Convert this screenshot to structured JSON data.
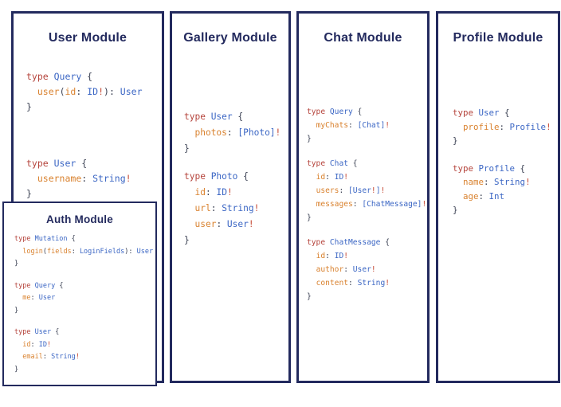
{
  "colors": {
    "navy": "#232a5e",
    "keyword_red": "#b5443c",
    "type_blue": "#3b66c4",
    "field_orange": "#d9822f",
    "bang_red": "#c64a35",
    "punctuation": "#3c4254",
    "background": "#ffffff"
  },
  "panels": [
    {
      "id": "user",
      "title": "User Module",
      "blocks": [
        {
          "lines": [
            [
              [
                "kw",
                "type "
              ],
              [
                "ty",
                "Query "
              ],
              [
                "pn",
                "{"
              ]
            ],
            [
              [
                "pn",
                "  "
              ],
              [
                "fld",
                "user"
              ],
              [
                "pn",
                "("
              ],
              [
                "fld",
                "id"
              ],
              [
                "pn",
                ": "
              ],
              [
                "ty",
                "ID"
              ],
              [
                "bang",
                "!"
              ],
              [
                "pn",
                "): "
              ],
              [
                "ty",
                "User"
              ]
            ],
            [
              [
                "pn",
                "}"
              ]
            ]
          ]
        },
        {
          "lines": [
            [
              [
                "kw",
                "type "
              ],
              [
                "ty",
                "User "
              ],
              [
                "pn",
                "{"
              ]
            ],
            [
              [
                "pn",
                "  "
              ],
              [
                "fld",
                "username"
              ],
              [
                "pn",
                ": "
              ],
              [
                "ty",
                "String"
              ],
              [
                "bang",
                "!"
              ]
            ],
            [
              [
                "pn",
                "}"
              ]
            ]
          ]
        }
      ]
    },
    {
      "id": "gallery",
      "title": "Gallery Module",
      "blocks": [
        {
          "lines": [
            [
              [
                "kw",
                "type "
              ],
              [
                "ty",
                "User "
              ],
              [
                "pn",
                "{"
              ]
            ],
            [
              [
                "pn",
                "  "
              ],
              [
                "fld",
                "photos"
              ],
              [
                "pn",
                ": "
              ],
              [
                "ty",
                "[Photo]"
              ],
              [
                "bang",
                "!"
              ]
            ],
            [
              [
                "pn",
                "}"
              ]
            ]
          ]
        },
        {
          "lines": [
            [
              [
                "kw",
                "type "
              ],
              [
                "ty",
                "Photo "
              ],
              [
                "pn",
                "{"
              ]
            ],
            [
              [
                "pn",
                "  "
              ],
              [
                "fld",
                "id"
              ],
              [
                "pn",
                ": "
              ],
              [
                "ty",
                "ID"
              ],
              [
                "bang",
                "!"
              ]
            ],
            [
              [
                "pn",
                "  "
              ],
              [
                "fld",
                "url"
              ],
              [
                "pn",
                ": "
              ],
              [
                "ty",
                "String"
              ],
              [
                "bang",
                "!"
              ]
            ],
            [
              [
                "pn",
                "  "
              ],
              [
                "fld",
                "user"
              ],
              [
                "pn",
                ": "
              ],
              [
                "ty",
                "User"
              ],
              [
                "bang",
                "!"
              ]
            ],
            [
              [
                "pn",
                "}"
              ]
            ]
          ]
        }
      ]
    },
    {
      "id": "chat",
      "title": "Chat Module",
      "blocks": [
        {
          "lines": [
            [
              [
                "kw",
                "type "
              ],
              [
                "ty",
                "Query "
              ],
              [
                "pn",
                "{"
              ]
            ],
            [
              [
                "pn",
                "  "
              ],
              [
                "fld",
                "myChats"
              ],
              [
                "pn",
                ": "
              ],
              [
                "ty",
                "[Chat]"
              ],
              [
                "bang",
                "!"
              ]
            ],
            [
              [
                "pn",
                "}"
              ]
            ]
          ]
        },
        {
          "lines": [
            [
              [
                "kw",
                "type "
              ],
              [
                "ty",
                "Chat "
              ],
              [
                "pn",
                "{"
              ]
            ],
            [
              [
                "pn",
                "  "
              ],
              [
                "fld",
                "id"
              ],
              [
                "pn",
                ": "
              ],
              [
                "ty",
                "ID"
              ],
              [
                "bang",
                "!"
              ]
            ],
            [
              [
                "pn",
                "  "
              ],
              [
                "fld",
                "users"
              ],
              [
                "pn",
                ": "
              ],
              [
                "ty",
                "[User"
              ],
              [
                "bang",
                "!"
              ],
              [
                "ty",
                "]"
              ],
              [
                "bang",
                "!"
              ]
            ],
            [
              [
                "pn",
                "  "
              ],
              [
                "fld",
                "messages"
              ],
              [
                "pn",
                ": "
              ],
              [
                "ty",
                "[ChatMessage]"
              ],
              [
                "bang",
                "!"
              ]
            ],
            [
              [
                "pn",
                "}"
              ]
            ]
          ]
        },
        {
          "lines": [
            [
              [
                "kw",
                "type "
              ],
              [
                "ty",
                "ChatMessage "
              ],
              [
                "pn",
                "{"
              ]
            ],
            [
              [
                "pn",
                "  "
              ],
              [
                "fld",
                "id"
              ],
              [
                "pn",
                ": "
              ],
              [
                "ty",
                "ID"
              ],
              [
                "bang",
                "!"
              ]
            ],
            [
              [
                "pn",
                "  "
              ],
              [
                "fld",
                "author"
              ],
              [
                "pn",
                ": "
              ],
              [
                "ty",
                "User"
              ],
              [
                "bang",
                "!"
              ]
            ],
            [
              [
                "pn",
                "  "
              ],
              [
                "fld",
                "content"
              ],
              [
                "pn",
                ": "
              ],
              [
                "ty",
                "String"
              ],
              [
                "bang",
                "!"
              ]
            ],
            [
              [
                "pn",
                "}"
              ]
            ]
          ]
        }
      ]
    },
    {
      "id": "profile",
      "title": "Profile Module",
      "blocks": [
        {
          "lines": [
            [
              [
                "kw",
                "type "
              ],
              [
                "ty",
                "User "
              ],
              [
                "pn",
                "{"
              ]
            ],
            [
              [
                "pn",
                "  "
              ],
              [
                "fld",
                "profile"
              ],
              [
                "pn",
                ": "
              ],
              [
                "ty",
                "Profile"
              ],
              [
                "bang",
                "!"
              ]
            ],
            [
              [
                "pn",
                "}"
              ]
            ]
          ]
        },
        {
          "lines": [
            [
              [
                "kw",
                "type "
              ],
              [
                "ty",
                "Profile "
              ],
              [
                "pn",
                "{"
              ]
            ],
            [
              [
                "pn",
                "  "
              ],
              [
                "fld",
                "name"
              ],
              [
                "pn",
                ": "
              ],
              [
                "ty",
                "String"
              ],
              [
                "bang",
                "!"
              ]
            ],
            [
              [
                "pn",
                "  "
              ],
              [
                "fld",
                "age"
              ],
              [
                "pn",
                ": "
              ],
              [
                "ty",
                "Int"
              ]
            ],
            [
              [
                "pn",
                "}"
              ]
            ]
          ]
        }
      ]
    }
  ],
  "auth_panel": {
    "title": "Auth Module",
    "blocks": [
      {
        "lines": [
          [
            [
              "kw",
              "type "
            ],
            [
              "ty",
              "Mutation "
            ],
            [
              "pn",
              "{"
            ]
          ],
          [
            [
              "pn",
              "  "
            ],
            [
              "fld",
              "login"
            ],
            [
              "pn",
              "("
            ],
            [
              "fld",
              "fields"
            ],
            [
              "pn",
              ": "
            ],
            [
              "ty",
              "LoginFields"
            ],
            [
              "pn",
              "): "
            ],
            [
              "ty",
              "User"
            ]
          ],
          [
            [
              "pn",
              "}"
            ]
          ]
        ]
      },
      {
        "lines": [
          [
            [
              "kw",
              "type "
            ],
            [
              "ty",
              "Query "
            ],
            [
              "pn",
              "{"
            ]
          ],
          [
            [
              "pn",
              "  "
            ],
            [
              "fld",
              "me"
            ],
            [
              "pn",
              ": "
            ],
            [
              "ty",
              "User"
            ]
          ],
          [
            [
              "pn",
              "}"
            ]
          ]
        ]
      },
      {
        "lines": [
          [
            [
              "kw",
              "type "
            ],
            [
              "ty",
              "User "
            ],
            [
              "pn",
              "{"
            ]
          ],
          [
            [
              "pn",
              "  "
            ],
            [
              "fld",
              "id"
            ],
            [
              "pn",
              ": "
            ],
            [
              "ty",
              "ID"
            ],
            [
              "bang",
              "!"
            ]
          ],
          [
            [
              "pn",
              "  "
            ],
            [
              "fld",
              "email"
            ],
            [
              "pn",
              ": "
            ],
            [
              "ty",
              "String"
            ],
            [
              "bang",
              "!"
            ]
          ],
          [
            [
              "pn",
              "}"
            ]
          ]
        ]
      }
    ]
  }
}
